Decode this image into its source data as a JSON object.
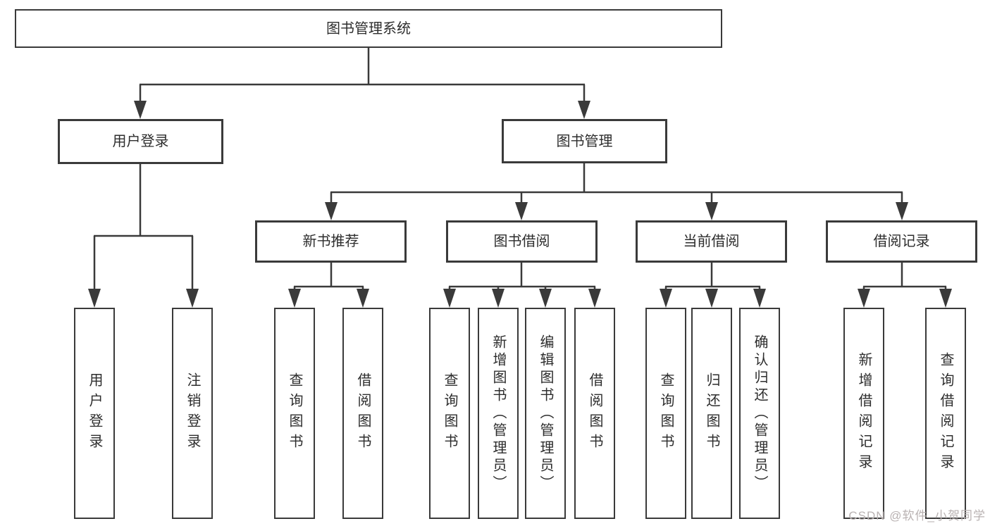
{
  "root": {
    "label": "图书管理系统"
  },
  "login_branch": {
    "label": "用户登录",
    "children": [
      {
        "label": "用户登录"
      },
      {
        "label": "注销登录"
      }
    ]
  },
  "mgmt_branch": {
    "label": "图书管理",
    "sections": [
      {
        "label": "新书推荐",
        "children": [
          {
            "label": "查询图书"
          },
          {
            "label": "借阅图书"
          }
        ]
      },
      {
        "label": "图书借阅",
        "children": [
          {
            "label": "查询图书"
          },
          {
            "label": "新增图书（管理员）"
          },
          {
            "label": "编辑图书（管理员）"
          },
          {
            "label": "借阅图书"
          }
        ]
      },
      {
        "label": "当前借阅",
        "children": [
          {
            "label": "查询图书"
          },
          {
            "label": "归还图书"
          },
          {
            "label": "确认归还（管理员）"
          }
        ]
      },
      {
        "label": "借阅记录",
        "children": [
          {
            "label": "新增借阅记录"
          },
          {
            "label": "查询借阅记录"
          }
        ]
      }
    ]
  },
  "watermark": "CSDN @软件_小贺同学",
  "colors": {
    "line": "#3a3a3a",
    "text": "#2d2d2d",
    "watermark": "#b9b2b2",
    "background": "#ffffff"
  }
}
